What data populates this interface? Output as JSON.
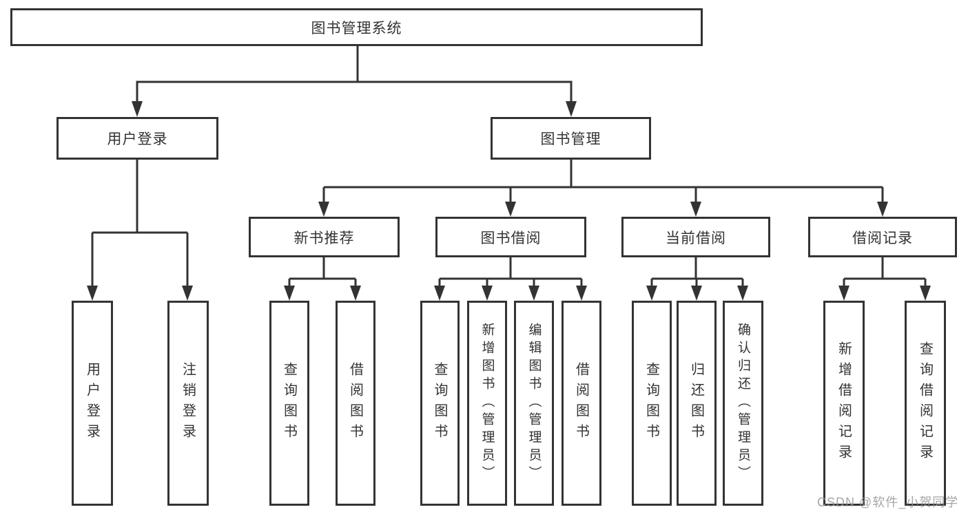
{
  "diagram": {
    "root": {
      "label": "图书管理系统"
    },
    "level2": [
      {
        "label": "用户登录"
      },
      {
        "label": "图书管理"
      }
    ],
    "level3": [
      {
        "label": "新书推荐",
        "parent": "图书管理"
      },
      {
        "label": "图书借阅",
        "parent": "图书管理"
      },
      {
        "label": "当前借阅",
        "parent": "图书管理"
      },
      {
        "label": "借阅记录",
        "parent": "图书管理"
      }
    ],
    "leaves": [
      {
        "label": "用户登录",
        "parent": "用户登录"
      },
      {
        "label": "注销登录",
        "parent": "用户登录"
      },
      {
        "label": "查询图书",
        "parent": "新书推荐"
      },
      {
        "label": "借阅图书",
        "parent": "新书推荐"
      },
      {
        "label": "查询图书",
        "parent": "图书借阅"
      },
      {
        "label": "新增图书（管理员）",
        "parent": "图书借阅"
      },
      {
        "label": "编辑图书（管理员）",
        "parent": "图书借阅"
      },
      {
        "label": "借阅图书",
        "parent": "图书借阅"
      },
      {
        "label": "查询图书",
        "parent": "当前借阅"
      },
      {
        "label": "归还图书",
        "parent": "当前借阅"
      },
      {
        "label": "确认归还（管理员）",
        "parent": "当前借阅"
      },
      {
        "label": "新增借阅记录",
        "parent": "借阅记录"
      },
      {
        "label": "查询借阅记录",
        "parent": "借阅记录"
      }
    ]
  },
  "colors": {
    "line": "#333333",
    "background": "#ffffff",
    "watermark": "#969696"
  },
  "watermark": {
    "text": "CSDN @软件_小贺同学"
  }
}
